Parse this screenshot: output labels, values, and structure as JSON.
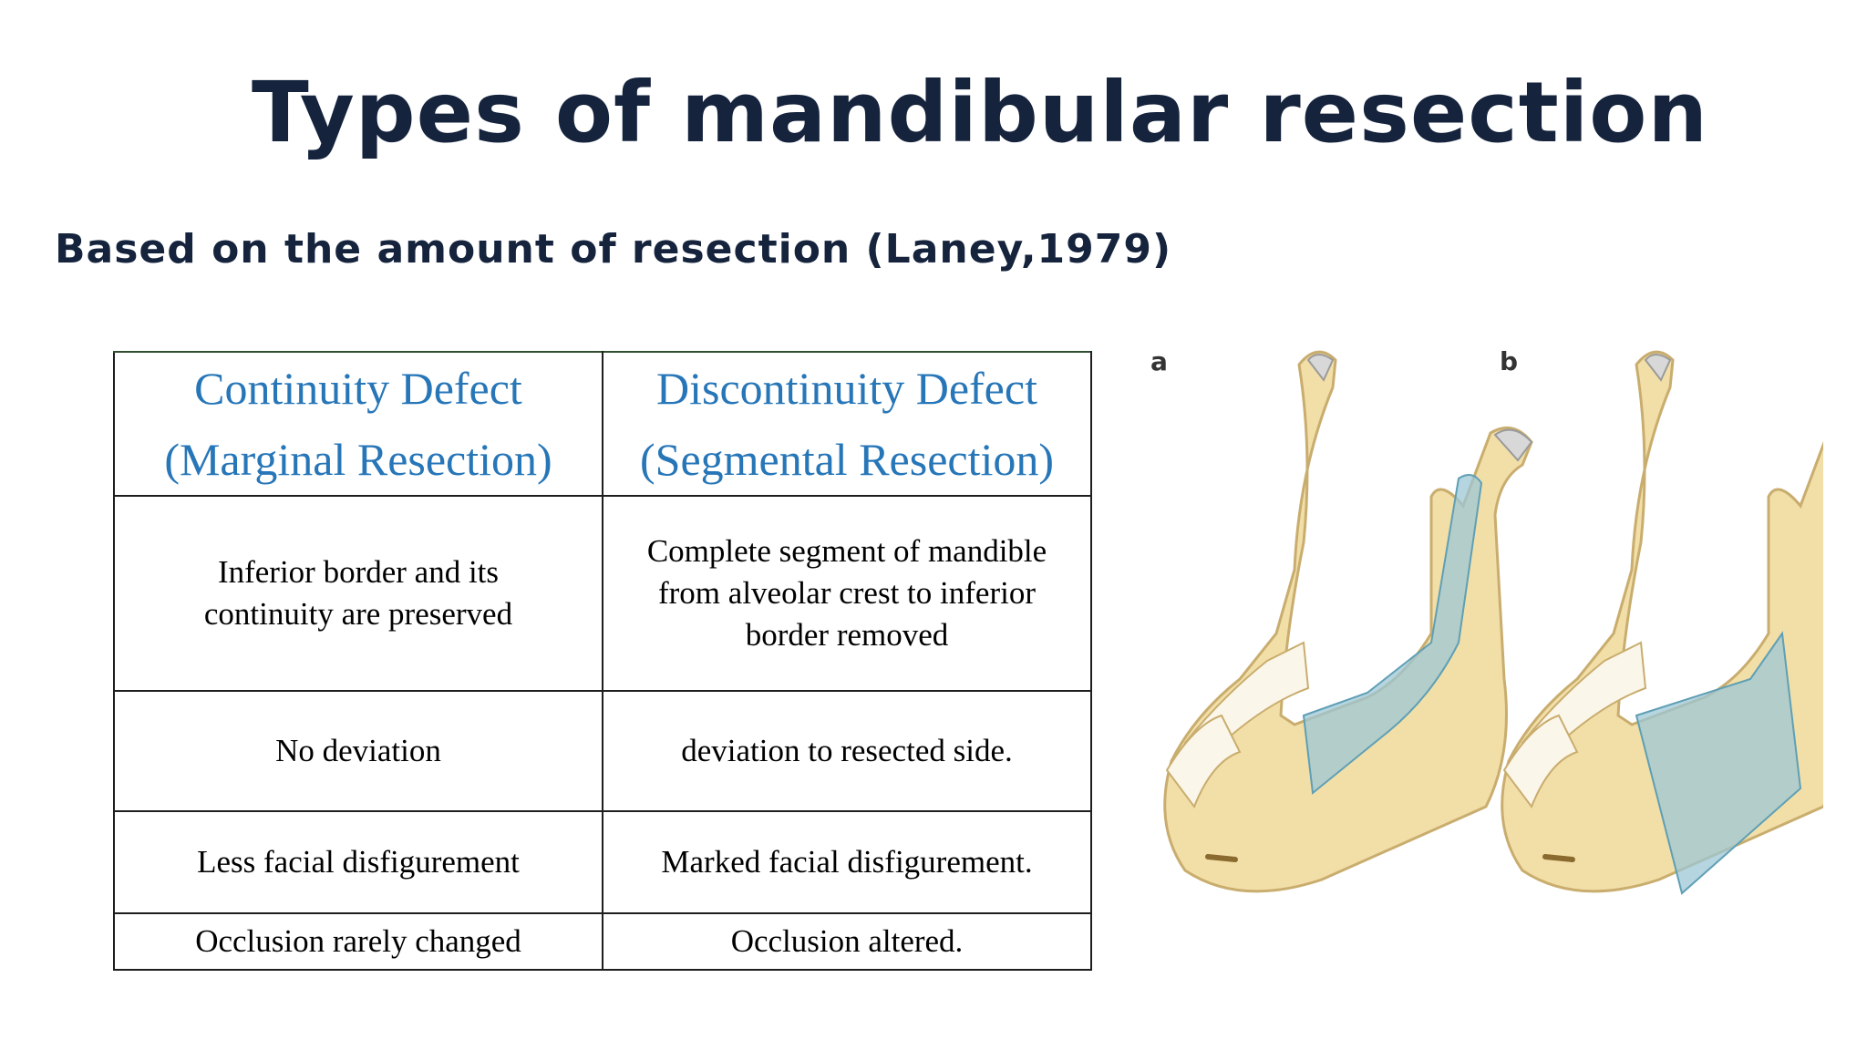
{
  "slide": {
    "title": "Types of mandibular resection",
    "subtitle": "Based on the amount of resection (Laney,1979)"
  },
  "table": {
    "headers": [
      "Continuity Defect\n(Marginal Resection)",
      "Discontinuity Defect\n(Segmental Resection)"
    ],
    "rows": [
      [
        "Inferior border and its\ncontinuity are preserved",
        "Complete segment of mandible\nfrom alveolar crest to inferior\nborder removed"
      ],
      [
        "No deviation",
        "deviation to resected side."
      ],
      [
        "Less facial disfigurement",
        "Marked facial disfigurement."
      ],
      [
        "Occlusion rarely changed",
        "Occlusion altered."
      ]
    ]
  },
  "figure": {
    "panel_a_label": "a",
    "panel_b_label": "b",
    "colors": {
      "bone": "#f2dfa8",
      "bone_stroke": "#c9ad6e",
      "resection": "#9cc7d6"
    }
  }
}
